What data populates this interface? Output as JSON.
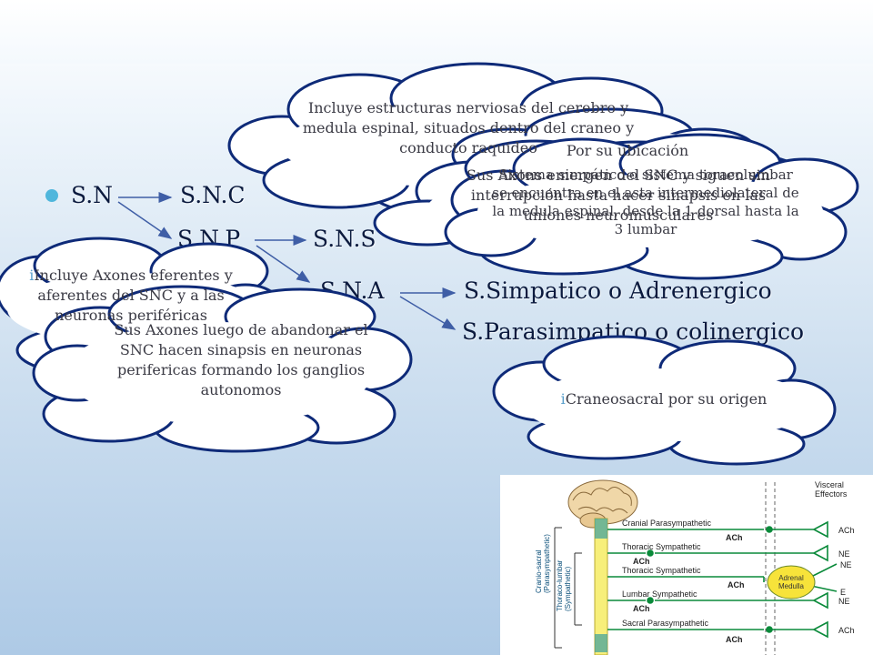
{
  "terms": {
    "sn": "S.N",
    "snc": "S.N.C",
    "snp": "S.N.P",
    "sns": "S.N.S",
    "sna": "S.N.A",
    "simpatico": "S.Simpatico o Adrenergico",
    "parasimpatico": "S.Parasimpatico o colinergico"
  },
  "clouds": {
    "snc_def": "Incluye estructuras nerviosas del cerebro y medula espinal, situados dentro del craneo y conducto raquideo",
    "ubicacion": "Por su ubicación",
    "toracolumbar": "Sistema simpático o sistema toracolumbar se encuentra en el asta intermediolateral de la medula espinal, desde la 1 dorsal hasta la 3 lumbar",
    "axones_sns": "Sus Axons emergen del SNC y siguen sin interrupción hasta hacer sinapsis en las uniones neuromusculares",
    "snp_def": "Incluye Axones eferentes y aferentes del SNC y a las neuronas periféricas",
    "sna_def": "Sus Axones luego de abandonar el SNC hacen sinapsis en neuronas perifericas formando los ganglios autonomos",
    "craneosacral": "Craneosacral por su origen"
  },
  "figure": {
    "header": "Visceral\nEffectors",
    "cranial": "Cranial Parasympathetic",
    "thoracic1": "Thoracic Sympathetic",
    "thoracic2": "Thoracic Sympathetic",
    "lumbar": "Lumbar Sympathetic",
    "sacral": "Sacral Parasympathetic",
    "adrenal": "Adrenal\nMedulla",
    "ach": "ACh",
    "ne": "NE",
    "e": "E",
    "cranio_sacral": "Cranio-sacral\n(Parasympathetic)",
    "thoraco_lumbar": "Thoraco-lumbar\n(Sympathetic)"
  },
  "colors": {
    "term_text": "#0b1a3e",
    "bullet": "#4fb6dc",
    "cloud_fill": "#ffffff",
    "cloud_stroke": "#0e2a78",
    "arrow": "#3f5ea6",
    "fiber_green": "#0a8a3a",
    "spine_yellow": "#f7ef7a",
    "adrenal_yellow": "#f7e33a"
  }
}
